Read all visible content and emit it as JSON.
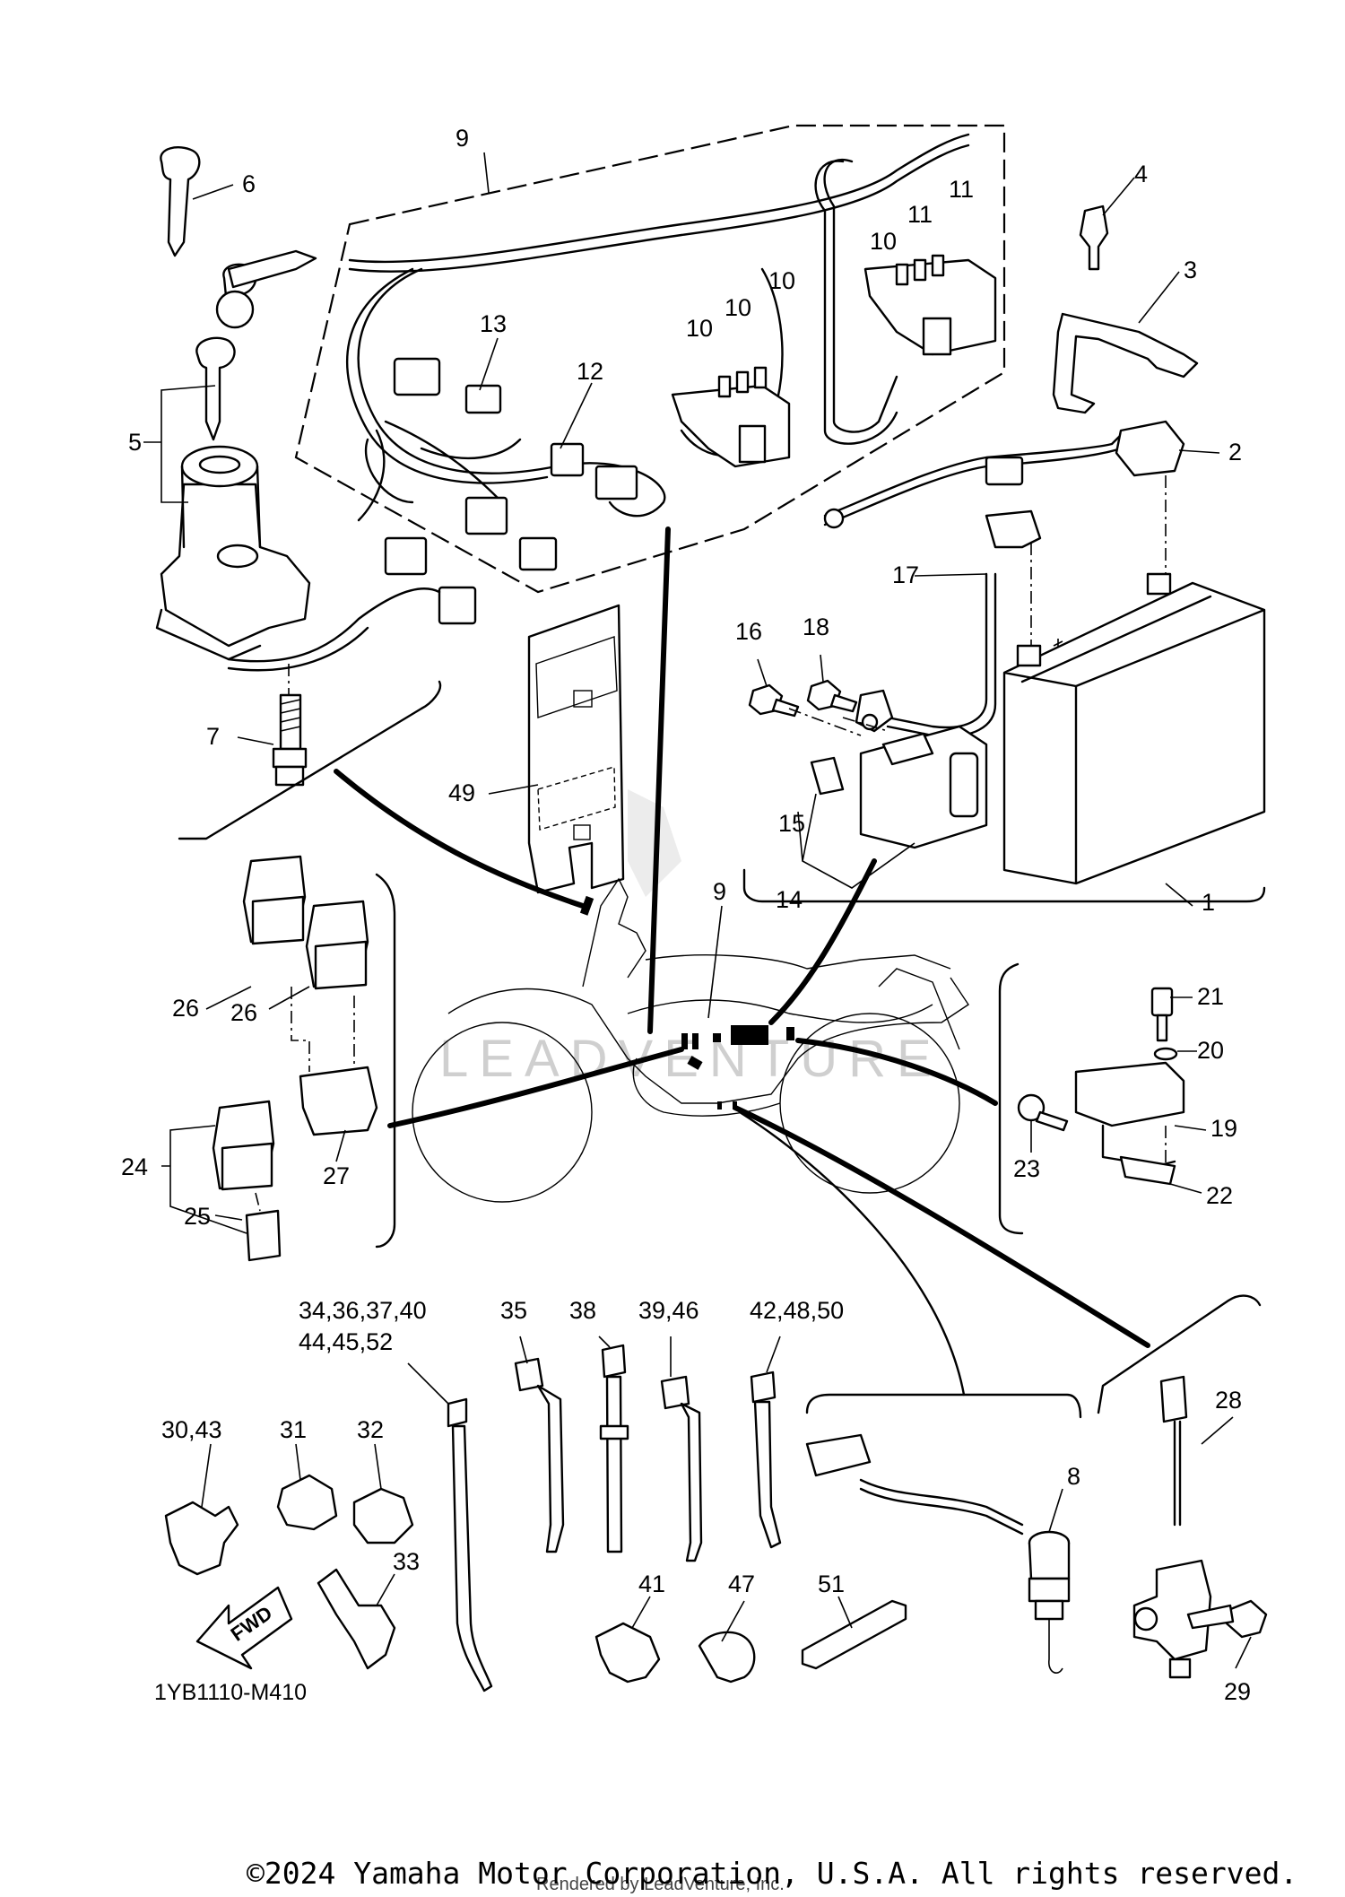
{
  "diagram_code": "1YB1110-M410",
  "fwd_label": "FWD",
  "watermark": "LEADVENTURE",
  "copyright": "©2024 Yamaha Motor Corporation, U.S.A. All rights reserved.",
  "rendered_by": "Rendered by LeadVenture, Inc.",
  "callouts": [
    {
      "id": "c1",
      "text": "1"
    },
    {
      "id": "c2",
      "text": "2"
    },
    {
      "id": "c3",
      "text": "3"
    },
    {
      "id": "c4",
      "text": "4"
    },
    {
      "id": "c5",
      "text": "5"
    },
    {
      "id": "c6",
      "text": "6"
    },
    {
      "id": "c7",
      "text": "7"
    },
    {
      "id": "c8",
      "text": "8"
    },
    {
      "id": "c9a",
      "text": "9"
    },
    {
      "id": "c9b",
      "text": "9"
    },
    {
      "id": "c10a",
      "text": "10"
    },
    {
      "id": "c10b",
      "text": "10"
    },
    {
      "id": "c10c",
      "text": "10"
    },
    {
      "id": "c10d",
      "text": "10"
    },
    {
      "id": "c11a",
      "text": "11"
    },
    {
      "id": "c11b",
      "text": "11"
    },
    {
      "id": "c12",
      "text": "12"
    },
    {
      "id": "c13",
      "text": "13"
    },
    {
      "id": "c14",
      "text": "14"
    },
    {
      "id": "c15",
      "text": "15"
    },
    {
      "id": "c16",
      "text": "16"
    },
    {
      "id": "c17",
      "text": "17"
    },
    {
      "id": "c18",
      "text": "18"
    },
    {
      "id": "c19",
      "text": "19"
    },
    {
      "id": "c20",
      "text": "20"
    },
    {
      "id": "c21",
      "text": "21"
    },
    {
      "id": "c22",
      "text": "22"
    },
    {
      "id": "c23",
      "text": "23"
    },
    {
      "id": "c24",
      "text": "24"
    },
    {
      "id": "c25",
      "text": "25"
    },
    {
      "id": "c26a",
      "text": "26"
    },
    {
      "id": "c26b",
      "text": "26"
    },
    {
      "id": "c27",
      "text": "27"
    },
    {
      "id": "c28",
      "text": "28"
    },
    {
      "id": "c29",
      "text": "29"
    },
    {
      "id": "c30",
      "text": "30,43"
    },
    {
      "id": "c31",
      "text": "31"
    },
    {
      "id": "c32",
      "text": "32"
    },
    {
      "id": "c33",
      "text": "33"
    },
    {
      "id": "c34a",
      "text": "34,36,37,40"
    },
    {
      "id": "c34b",
      "text": "44,45,52"
    },
    {
      "id": "c35",
      "text": "35"
    },
    {
      "id": "c38",
      "text": "38"
    },
    {
      "id": "c39",
      "text": "39,46"
    },
    {
      "id": "c41",
      "text": "41"
    },
    {
      "id": "c42",
      "text": "42,48,50"
    },
    {
      "id": "c47",
      "text": "47"
    },
    {
      "id": "c49",
      "text": "49"
    },
    {
      "id": "c51",
      "text": "51"
    }
  ]
}
